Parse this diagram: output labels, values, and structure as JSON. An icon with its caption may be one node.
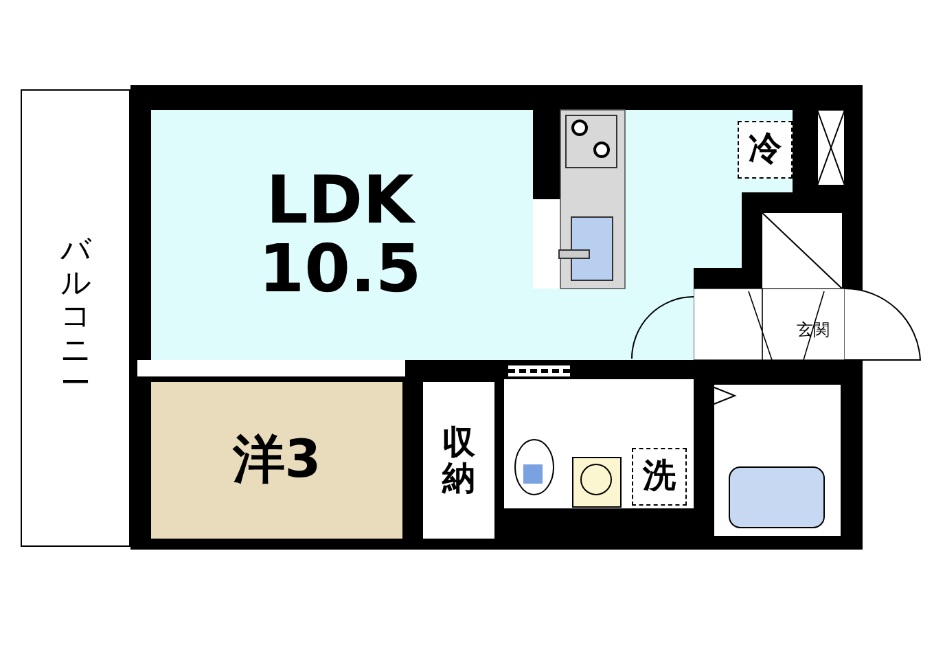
{
  "diagram": {
    "nodes": [
      {
        "text": [
          "バルコニー"
        ]
      },
      {
        "text": [
          "LDK",
          "10.5"
        ]
      },
      {
        "text": [
          "洋3"
        ]
      },
      {
        "text": [
          "収納"
        ]
      },
      {
        "text": [
          "冷"
        ],
        "in": 1
      },
      {
        "text": [
          "洗"
        ]
      },
      {
        "text": [
          "玄関"
        ]
      }
    ]
  }
}
